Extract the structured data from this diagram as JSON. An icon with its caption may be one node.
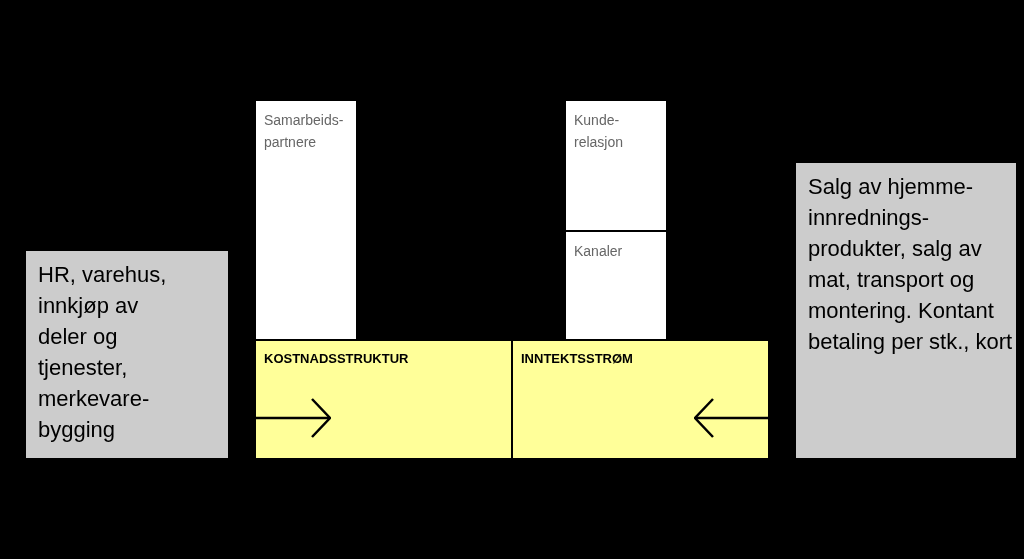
{
  "diagram": {
    "nodes": [
      {
        "text": [
          "HR, varehus, innkjøp av deler og tjenester, merkevare- bygging"
        ]
      },
      {
        "text": [
          "Samarbeids- partnere"
        ]
      },
      {
        "text": [
          "Kunde- relasjon"
        ]
      },
      {
        "text": [
          "Kanaler"
        ]
      },
      {
        "text": [
          "KOSTNADSSTRUKTUR"
        ]
      },
      {
        "text": [
          "INNTEKTSSTRØM"
        ]
      },
      {
        "text": [
          "Salg av hjemme- innrednings- produkter, salg av mat, transport og montering. Kontant betaling per stk., kort"
        ]
      }
    ],
    "edges": [
      {
        "from": 0,
        "to": 4,
        "arrow": "to"
      },
      {
        "from": 6,
        "to": 5,
        "arrow": "to"
      }
    ]
  }
}
